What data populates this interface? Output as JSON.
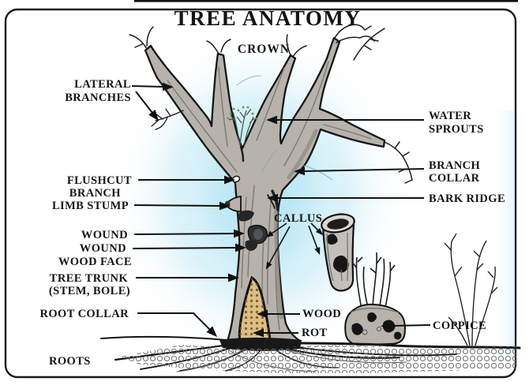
{
  "title": {
    "text": "TREE ANATOMY"
  },
  "labels": {
    "crown": "CROWN",
    "lateral_branches": {
      "line1": "LATERAL",
      "line2": "BRANCHES"
    },
    "water_sprouts": {
      "line1": "WATER",
      "line2": "SPROUTS"
    },
    "flushcut_branch": {
      "line1": "FLUSHCUT",
      "line2": "BRANCH"
    },
    "limb_stump": "LIMB STUMP",
    "branch_collar": {
      "line1": "BRANCH",
      "line2": "COLLAR"
    },
    "bark_ridge": "BARK RIDGE",
    "wound_upper": "WOUND",
    "wound_lower": "WOUND",
    "wood_face": "WOOD FACE",
    "callus": "CALLUS",
    "tree_trunk": {
      "line1": "TREE TRUNK",
      "line2": "(STEM, BOLE)"
    },
    "root_collar": "ROOT COLLAR",
    "wood": "WOOD",
    "rot": "ROT",
    "coppice": "COPPICE",
    "roots": "ROOTS"
  },
  "colors": {
    "title": "#2d9e2d",
    "glow": "#a9e1f2",
    "trunk": "#b7b3ac",
    "rot": "#d9bf85"
  }
}
